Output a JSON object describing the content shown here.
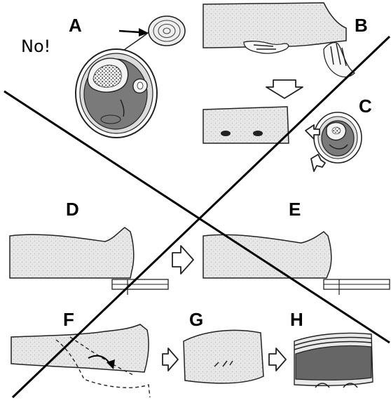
{
  "figure": {
    "labels": {
      "a": "A",
      "b": "B",
      "c": "C",
      "d": "D",
      "e": "E",
      "f": "F",
      "g": "G",
      "h": "H"
    },
    "no_text": "No!"
  }
}
